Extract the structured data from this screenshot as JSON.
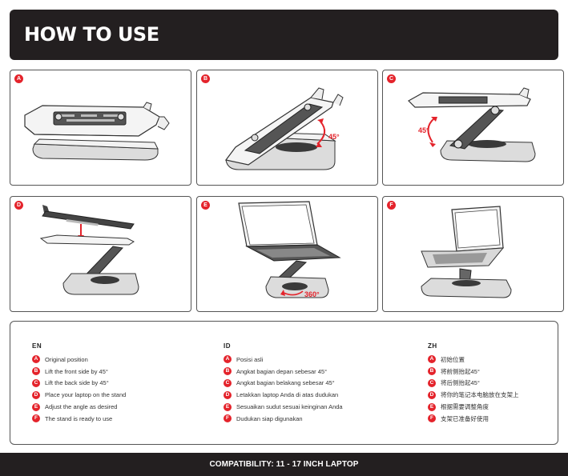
{
  "header": {
    "title": "HOW TO USE"
  },
  "panels": [
    {
      "badge": "A"
    },
    {
      "badge": "B",
      "angle": "45°"
    },
    {
      "badge": "C",
      "angle": "45°"
    },
    {
      "badge": "D"
    },
    {
      "badge": "E",
      "angle": "360°"
    },
    {
      "badge": "F"
    }
  ],
  "instructions": [
    {
      "code": "EN",
      "items": [
        {
          "badge": "A",
          "text": "Original position"
        },
        {
          "badge": "B",
          "text": "Lift the front side by 45°"
        },
        {
          "badge": "C",
          "text": "Lift the back side by 45°"
        },
        {
          "badge": "D",
          "text": "Place your laptop on the stand"
        },
        {
          "badge": "E",
          "text": "Adjust the angle as desired"
        },
        {
          "badge": "F",
          "text": "The stand is ready to use"
        }
      ]
    },
    {
      "code": "ID",
      "items": [
        {
          "badge": "A",
          "text": "Posisi asli"
        },
        {
          "badge": "B",
          "text": "Angkat bagian depan sebesar 45°"
        },
        {
          "badge": "C",
          "text": "Angkat bagian belakang sebesar 45°"
        },
        {
          "badge": "D",
          "text": "Letakkan laptop Anda di atas dudukan"
        },
        {
          "badge": "E",
          "text": "Sesuaikan sudut sesuai keinginan Anda"
        },
        {
          "badge": "F",
          "text": "Dudukan siap digunakan"
        }
      ]
    },
    {
      "code": "ZH",
      "items": [
        {
          "badge": "A",
          "text": "初始位置"
        },
        {
          "badge": "B",
          "text": "将前侧抬起45°"
        },
        {
          "badge": "C",
          "text": "将后侧抬起45°"
        },
        {
          "badge": "D",
          "text": "将你的笔记本电脑放在支架上"
        },
        {
          "badge": "E",
          "text": "根据需要调整角度"
        },
        {
          "badge": "F",
          "text": "支架已准备好使用"
        }
      ]
    }
  ],
  "footer": {
    "text": "COMPATIBILITY: 11 - 17 INCH LAPTOP"
  },
  "colors": {
    "accent": "#e4232b",
    "dark": "#231f20"
  }
}
